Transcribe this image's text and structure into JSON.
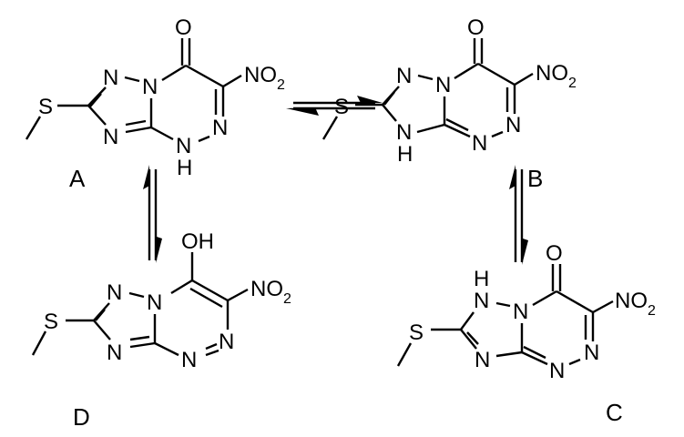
{
  "diagram": {
    "type": "tautomer equilibrium scheme",
    "compounds": [
      {
        "id": "A",
        "label": "A",
        "atoms": {
          "o": "O",
          "no2": "NO",
          "no2_sub": "2",
          "n1": "N",
          "n2": "N",
          "n3": "N",
          "n4": "N",
          "nh": "N",
          "h": "H",
          "s": "S"
        }
      },
      {
        "id": "B",
        "label": "B",
        "atoms": {
          "o": "O",
          "no2": "NO",
          "no2_sub": "2",
          "n1": "N",
          "n2": "N",
          "n3": "N",
          "n4": "N",
          "nh": "N",
          "h": "H",
          "s": "S"
        }
      },
      {
        "id": "C",
        "label": "C",
        "atoms": {
          "o": "O",
          "no2": "NO",
          "no2_sub": "2",
          "n1": "N",
          "n2": "N",
          "n3": "N",
          "n4": "N",
          "nh": "N",
          "h": "H",
          "s": "S"
        }
      },
      {
        "id": "D",
        "label": "D",
        "atoms": {
          "oh": "OH",
          "no2": "NO",
          "no2_sub": "2",
          "n1": "N",
          "n2": "N",
          "n3": "N",
          "n4": "N",
          "n5": "N",
          "s": "S"
        }
      }
    ],
    "equilibria": [
      {
        "from": "A",
        "to": "B",
        "direction": "horizontal"
      },
      {
        "from": "A",
        "to": "D",
        "direction": "vertical"
      },
      {
        "from": "B",
        "to": "C",
        "direction": "vertical"
      }
    ]
  }
}
